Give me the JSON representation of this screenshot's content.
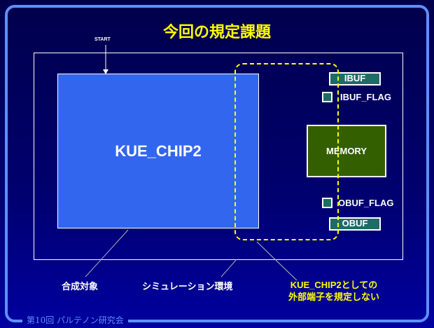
{
  "title": "今回の規定課題",
  "start_label": "START",
  "chip_label": "KUE_CHIP2",
  "ibuf": "IBUF",
  "ibuf_flag": "IBUF_FLAG",
  "memory": "MEMORY",
  "obuf_flag": "OBUF_FLAG",
  "obuf": "OBUF",
  "captions": {
    "synthesis": "合成対象",
    "simulation": "シミュレーション環境",
    "note_line1": "KUE_CHIP2としての",
    "note_line2": "外部端子を規定しない"
  },
  "footer": "第10回 パルテノン研究会",
  "colors": {
    "accent": "#ffff00",
    "chip": "#3366ee",
    "buffer": "#1f6b66",
    "memory": "#335f00"
  }
}
